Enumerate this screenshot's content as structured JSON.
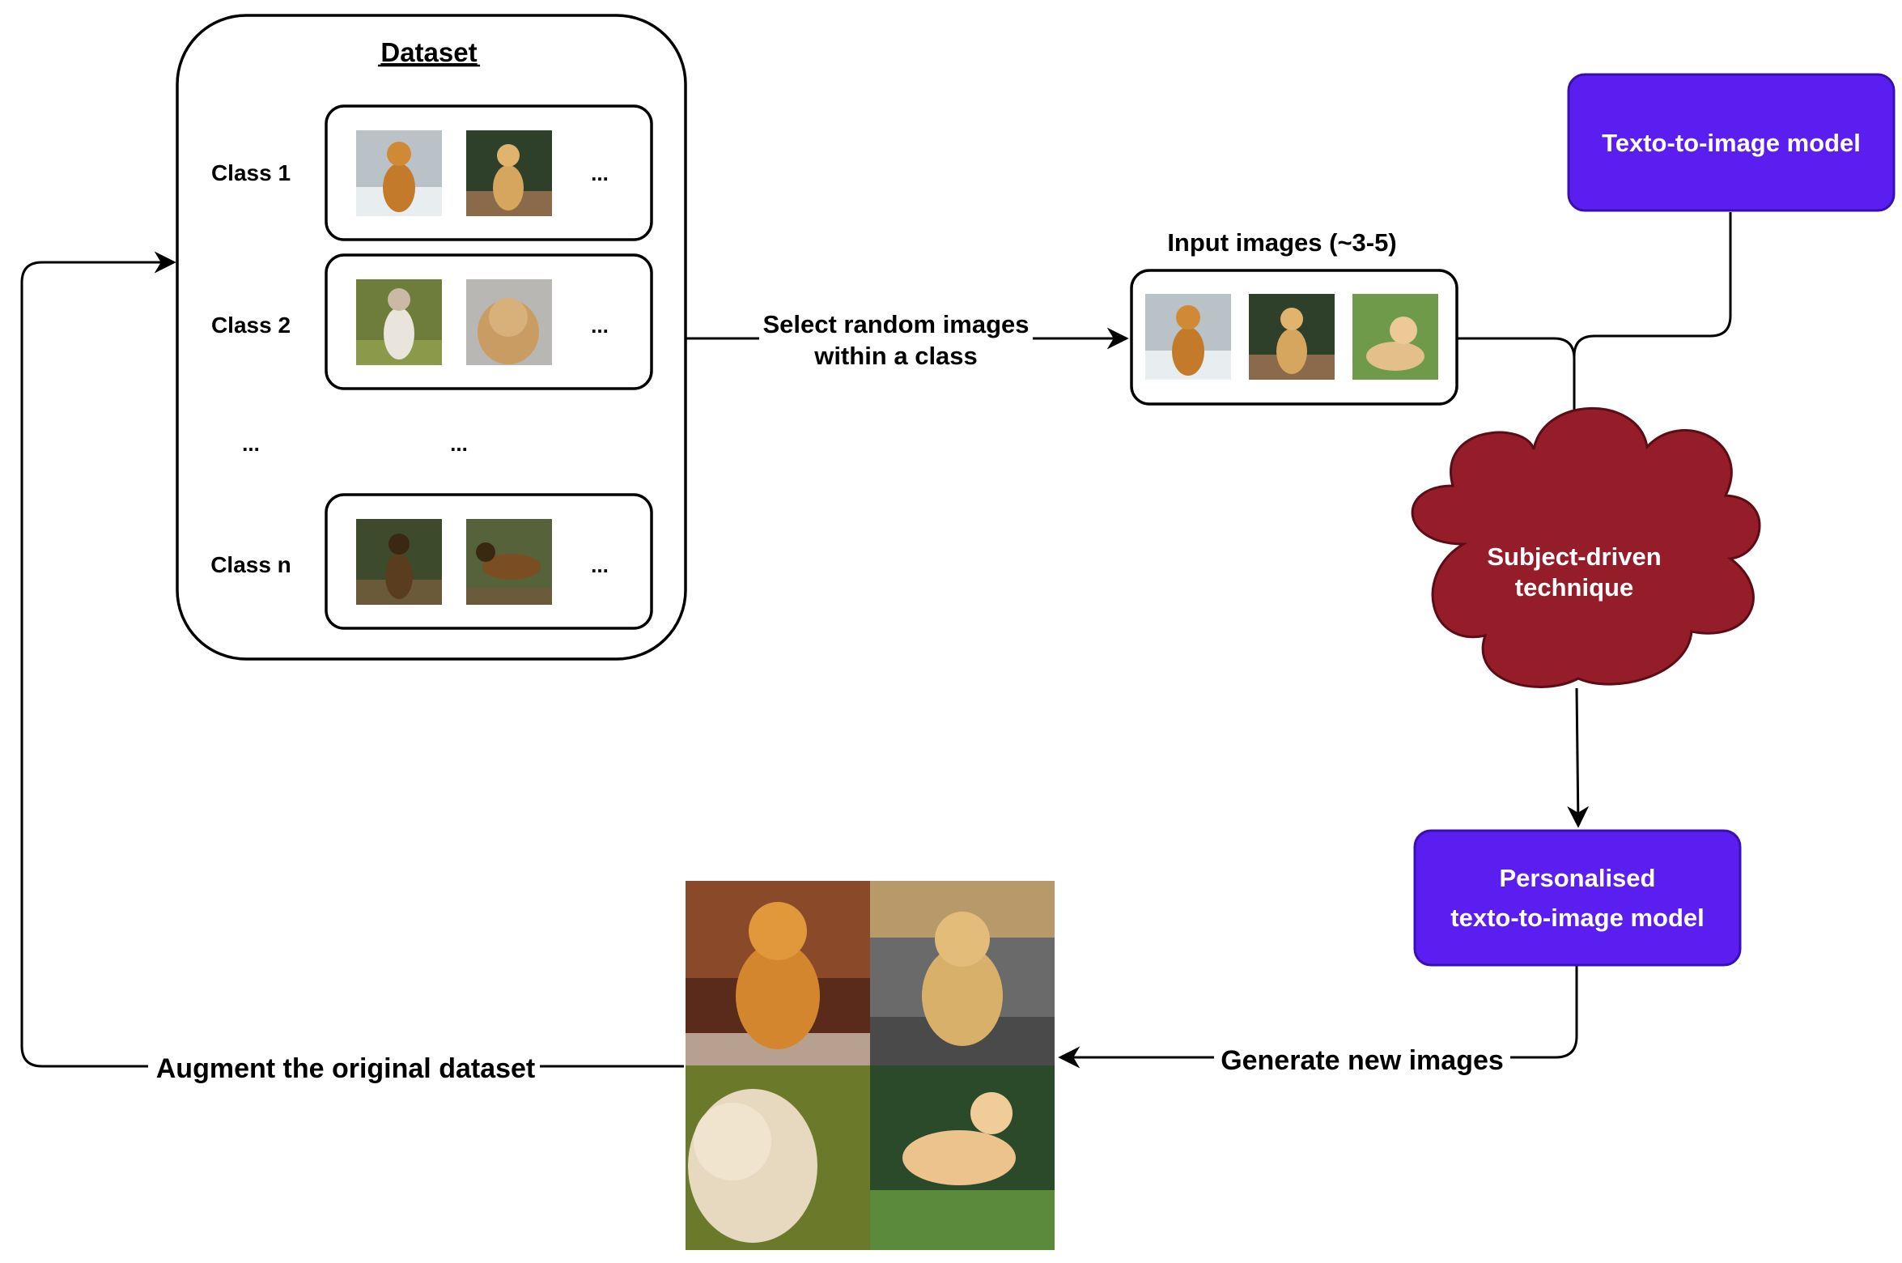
{
  "dataset": {
    "title": "Dataset",
    "classes": [
      {
        "label": "Class 1",
        "thumbs": [
          "golden-retriever-sitting-snow",
          "golden-retriever-sitting-forest"
        ],
        "more": "..."
      },
      {
        "label": "Class 2",
        "thumbs": [
          "husky-sitting-grass",
          "husky-portrait-snow"
        ],
        "more": "..."
      },
      {
        "label": "Class n",
        "thumbs": [
          "german-shepherd-sitting-forest",
          "german-shepherd-standing-forest"
        ],
        "more": "..."
      }
    ],
    "ellipsis_left": "...",
    "ellipsis_mid": "..."
  },
  "edges": {
    "select_line1": "Select random images",
    "select_line2": "within a class",
    "generate": "Generate new images",
    "augment": "Augment the original dataset"
  },
  "input_images": {
    "label": "Input images (~3-5)",
    "thumbs": [
      "golden-retriever-sitting-snow",
      "golden-retriever-sitting-forest",
      "golden-retriever-lying-grass"
    ]
  },
  "t2i_model": {
    "label": "Texto-to-image model"
  },
  "technique": {
    "line1": "Subject-driven",
    "line2": "technique"
  },
  "personalised_model": {
    "line1": "Personalised",
    "line2": "texto-to-image model"
  },
  "generated": {
    "thumbs": [
      "golden-retriever-autumn",
      "golden-retriever-street",
      "golden-retriever-closeup",
      "golden-retriever-standing-lawn"
    ]
  },
  "colors": {
    "model_fill": "#5a1ff0",
    "model_stroke": "#3a0fb0",
    "cloud_fill": "#941d29",
    "cloud_stroke": "#5a0d16"
  }
}
